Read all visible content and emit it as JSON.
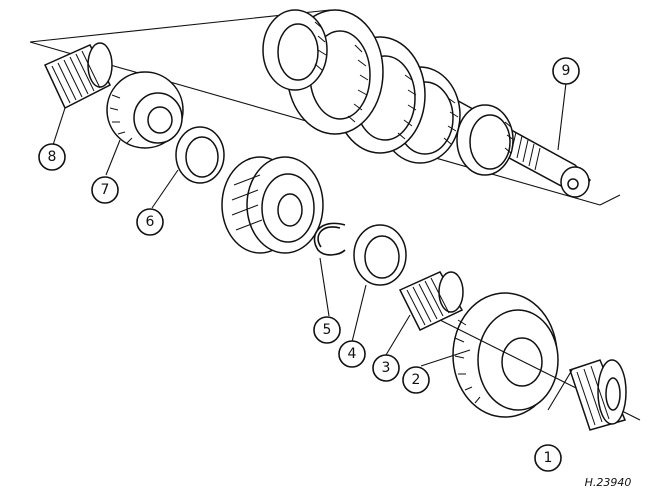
{
  "figure_ref": "H.23940",
  "callouts": [
    {
      "id": 1,
      "label": "1"
    },
    {
      "id": 2,
      "label": "2"
    },
    {
      "id": 3,
      "label": "3"
    },
    {
      "id": 4,
      "label": "4"
    },
    {
      "id": 5,
      "label": "5"
    },
    {
      "id": 6,
      "label": "6"
    },
    {
      "id": 7,
      "label": "7"
    },
    {
      "id": 8,
      "label": "8"
    },
    {
      "id": 9,
      "label": "9"
    }
  ]
}
